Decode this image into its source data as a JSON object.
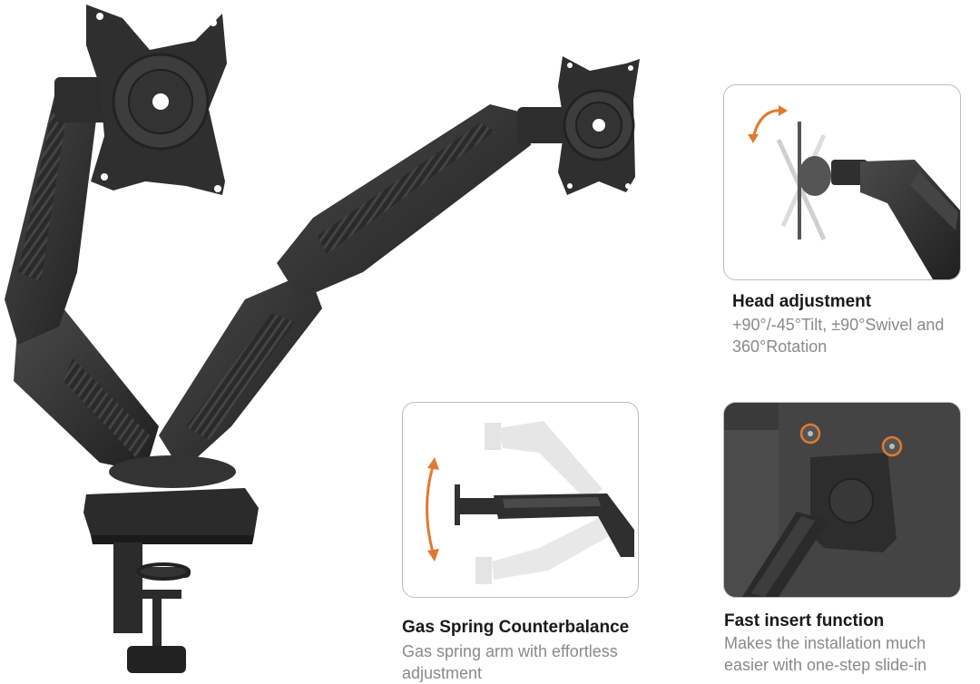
{
  "features": {
    "head": {
      "title": "Head adjustment",
      "description": "+90°/-45°Tilt, ±90°Swivel and\n360°Rotation"
    },
    "gas": {
      "title": "Gas Spring Counterbalance",
      "description": "Gas spring arm with effortless\nadjustment"
    },
    "fast": {
      "title": "Fast insert function",
      "description": "Makes the installation much\neasier with one-step slide-in"
    }
  },
  "colors": {
    "arm_dark": "#2c2c2c",
    "arm_mid": "#3a3a3a",
    "accent_orange": "#e07a2e",
    "panel_border": "#bdbdbd"
  }
}
